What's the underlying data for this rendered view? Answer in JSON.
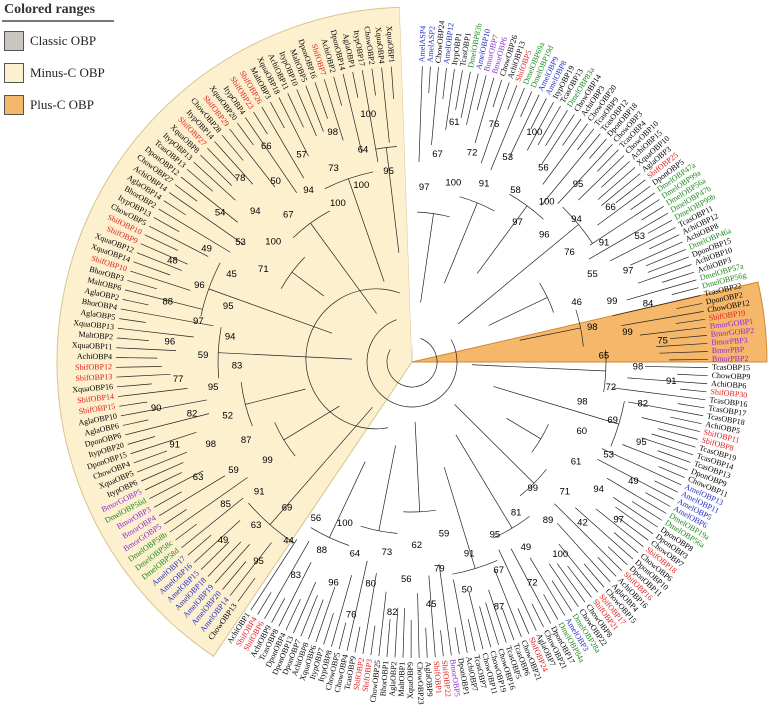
{
  "legend": {
    "title": "Colored ranges",
    "items": [
      {
        "label": "Classic OBP",
        "color": "#c8c6bf"
      },
      {
        "label": "Minus-C OBP",
        "color": "#fdf0cf"
      },
      {
        "label": "Plus-C OBP",
        "color": "#f5b76a"
      }
    ]
  },
  "colors": {
    "Sbif": "#e0201e",
    "Amel": "#1f2ec4",
    "Dmel": "#1d8a1d",
    "Bmor": "#8e2bd0",
    "other": "#000000"
  },
  "leaves": [
    "AmelASP4",
    "AmelASP2",
    "ChowOBP24",
    "AmelOBP12",
    "ItypOBP1",
    "TcasOBP1",
    "DmelOBP83b",
    "AmelOBP10",
    "BmorOBP7",
    "BmorOBP6",
    "ChowOBP26",
    "AchiOBP13",
    "SbifOBP5",
    "DmelOBP69a",
    "DmelOBP19d",
    "AmelOBP9",
    "AmelOBP8",
    "ItypOBP19",
    "TcasOBP13",
    "DmelOBP83a",
    "ChowOBP14",
    "AchiOBP3",
    "ChowOBP20",
    "TcasOBP9",
    "TcasOBP12",
    "DponOBP18",
    "ChowOBP3",
    "TcasOBP4",
    "ChowOBP10",
    "AchiOBP15",
    "XquaOBP10",
    "AglaOBP3",
    "SbifOBP25",
    "DponOBP5",
    "DmelOBP47a",
    "DmelOBP99a",
    "DmelOBP56a",
    "DmelOBP47b",
    "DmelOBP99b",
    "TcasOBP11",
    "AchiOBP12",
    "AchiOBP8",
    "DmelOBP46a",
    "DponOBP15",
    "AchiOBP10",
    "AchiOBP3",
    "DmelOBP57a",
    "DmelOBP56g",
    "TcasOBP22",
    "DponOBP2",
    "ChowOBP12",
    "SbifOBP19",
    "BmorGOBP1",
    "BmorGOBP2",
    "BmorPBP3",
    "BmorPBP",
    "BmorPBP2",
    "TcasOBP15",
    "ChowOBP9",
    "AchiOBP6",
    "SbifOBP30",
    "TcasOBP16",
    "TcasOBP17",
    "TcasOBP18",
    "AchiOBP5",
    "SbifOBP11",
    "SbifOBP8",
    "TcasOBP19",
    "TcasOBP14",
    "TcasOBP13",
    "DponOBP9",
    "ChowOBP11",
    "AmelOBP13",
    "AmelOBP11",
    "AmelOBP5",
    "AmelOBP6",
    "DmelOBP19a",
    "DmelOBP56a",
    "DponOBP8",
    "DponOBP3",
    "ChowOBP7",
    "SbifOBP18",
    "ChowOBP6",
    "DponOBP10",
    "DponOBP11",
    "SbifOBP16",
    "AchiOBP16",
    "AglaOBP4",
    "ChowOBP15",
    "SbifOBP17",
    "SbifOBP21",
    "ChowOBP8",
    "ChowOBP22",
    "DmelOBP28a",
    "AmelOBP3",
    "DmelOBP84a",
    "DponOBP17",
    "ChowOBP21",
    "AglaOBP7",
    "SbifOBP24",
    "ChowOBP21",
    "TcasOBP6",
    "TcasOBP5",
    "ChowOBP16",
    "ChowOBP19",
    "ChowOBP11",
    "TcasOBP7",
    "AchiOBP7",
    "DponOBP1",
    "BmorOBP5",
    "SbifOBP22",
    "SbifOBP1",
    "AglaOBP9",
    "ChowOBP23",
    "XquaOBP9",
    "MaltOBP1",
    "AglaOBP2",
    "BhorOBP1",
    "ChowOBP25",
    "SbifOBP3",
    "SbifOBP2",
    "TcasOBP9",
    "ChowOBP4",
    "ChowOBP5",
    "ItypOBP8",
    "ItypOBP7",
    "XquaOBP6",
    "AchiOBP8",
    "DponOBP7",
    "DponOBP13",
    "DponOBP4",
    "TcasOBP8",
    "AchiOBP9",
    "SbifOBP6",
    "SbifOBP4",
    "AchiOBP1",
    "ChowOBP13",
    "AmelOBP14",
    "AmelOBP20",
    "AmelOBP19",
    "AmelOBP18",
    "AmelOBP15",
    "AmelOBP16",
    "AmelOBP17",
    "DmelOBP58d",
    "DmelOBP58c",
    "DmelOBP58b",
    "BmorGOBP5",
    "BmorOBP4",
    "BmorOBP3",
    "DmelOBP56d",
    "BmorGOBP5",
    "ItypOBP6",
    "XquaOBP5",
    "ChowOBP4",
    "DponOBP15",
    "ItypOBP20",
    "DponOBP6",
    "AglaOBP6",
    "AglaOBP10",
    "SbifOBP15",
    "SbifOBP14",
    "XquaOBP16",
    "SbifOBP13",
    "SbifOBP12",
    "AchiOBP4",
    "XquaOBP11",
    "MaltOBP2",
    "XquaOBP13",
    "AglaOBP5",
    "BhorOBP4",
    "AglaOBP2",
    "MaltOBP6",
    "BhorOBP3",
    "SbifOBP10",
    "XquaOBP14",
    "XquaOBP12",
    "SbifOBP9",
    "SbifOBP10",
    "ChowOBP5",
    "ItypOBP13",
    "BhorOBP2",
    "AglaOBP14",
    "AchiOBP14",
    "ChowOBP27",
    "DponOBP12",
    "TcasOBP13",
    "ItypOBP13",
    "XquaOBP8",
    "SbifOBP27",
    "ItypOBP14",
    "ChowOBP28",
    "SbifOBP29",
    "XquaOBP20",
    "ItypOBP4",
    "SbifOBP23",
    "SbifOBP26",
    "MaltOBP3",
    "XquaOBP18",
    "AchiOBP11",
    "ItypOBP10",
    "MaltOBP5",
    "DponOBP16",
    "SbifOBP7",
    "AchiOBP2",
    "DponOBP14",
    "AglaOBP1",
    "ItypOBP17",
    "ChowOBP2",
    "XquaOBP4",
    "XquaOBP1"
  ],
  "bootstraps": [
    "97",
    "67",
    "61",
    "100",
    "72",
    "76",
    "91",
    "53",
    "100",
    "58",
    "56",
    "97",
    "100",
    "95",
    "96",
    "94",
    "66",
    "76",
    "91",
    "53",
    "55",
    "97",
    "46",
    "99",
    "84",
    "98",
    "99",
    "75",
    "65",
    "98",
    "91",
    "72",
    "82",
    "98",
    "69",
    "95",
    "60",
    "53",
    "49",
    "61",
    "94",
    "97",
    "71",
    "42",
    "99",
    "89",
    "100",
    "81",
    "49",
    "72",
    "95",
    "67",
    "87",
    "91",
    "50",
    "59",
    "79",
    "45",
    "62",
    "56",
    "82",
    "73",
    "80",
    "76",
    "64",
    "96",
    "100",
    "88",
    "83",
    "56",
    "44",
    "95",
    "69",
    "63",
    "49",
    "91",
    "85",
    "99",
    "59",
    "63",
    "87",
    "98",
    "91",
    "52",
    "82",
    "90",
    "95",
    "77",
    "83",
    "59",
    "96",
    "94",
    "97",
    "88",
    "95",
    "96",
    "48",
    "45",
    "49",
    "71",
    "53",
    "54",
    "100",
    "94",
    "78",
    "67",
    "50",
    "66",
    "94",
    "57",
    "100",
    "73",
    "98",
    "100",
    "64",
    "100",
    "95"
  ]
}
